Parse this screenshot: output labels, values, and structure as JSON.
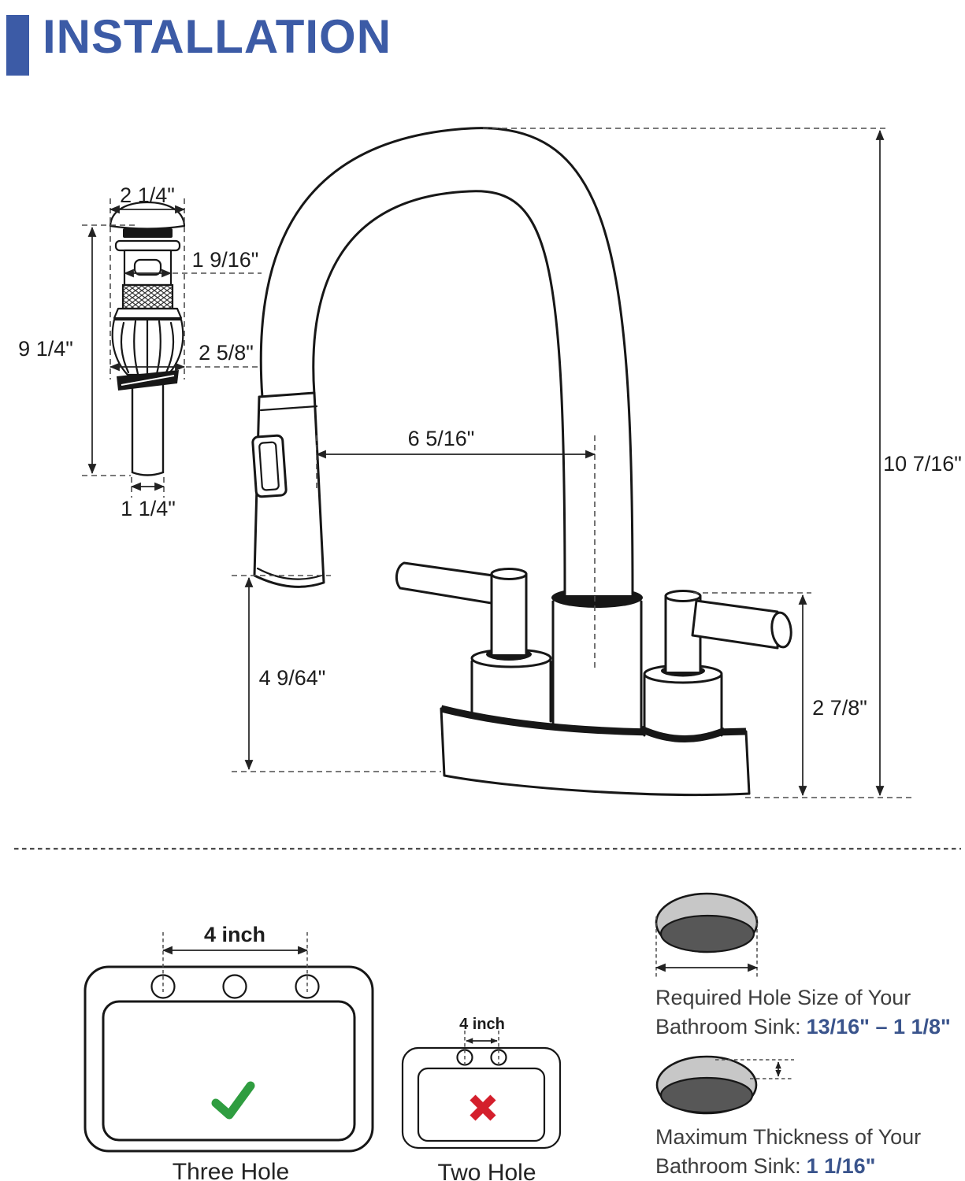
{
  "title": "INSTALLATION",
  "colors": {
    "accent_blue": "#3c5ba6",
    "value_blue": "#3a548c",
    "check_green": "#2f9d40",
    "cross_red": "#d41f2c",
    "hole_surface_gray": "#c7c7c7",
    "hole_inner_gray": "#575757"
  },
  "drain_dims": {
    "cap_width": "2 1/4\"",
    "height": "9 1/4\"",
    "body_width": "1 9/16\"",
    "basket_width": "2 5/8\"",
    "tail_width": "1 1/4\""
  },
  "faucet_dims": {
    "spout_reach": "6 5/16\"",
    "total_height": "10 7/16\"",
    "spout_height": "4 9/64\"",
    "handle_height": "2 7/8\""
  },
  "three_hole": {
    "spacing": "4 inch",
    "label": "Three Hole"
  },
  "two_hole": {
    "spacing": "4 inch",
    "label": "Two Hole"
  },
  "req_hole_size": {
    "line1": "Required Hole Size of Your",
    "line2": "Bathroom Sink:",
    "value": "13/16\" – 1 1/8\""
  },
  "req_thickness": {
    "line1": "Maximum Thickness of Your",
    "line2": "Bathroom Sink:",
    "value": "1 1/16\""
  }
}
